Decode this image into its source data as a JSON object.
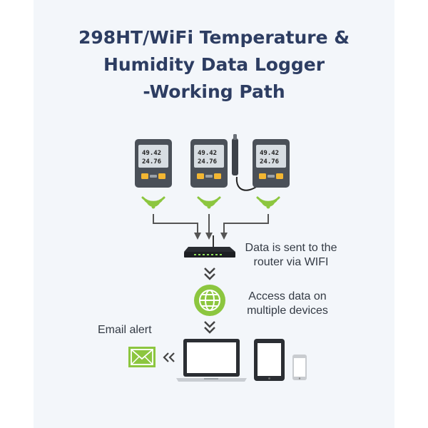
{
  "title": {
    "line1": "298HT/WiFi Temperature &",
    "line2": "Humidity Data Logger",
    "line3": "-Working Path"
  },
  "loggers": [
    {
      "humidity": "49.42",
      "temperature": "24.76",
      "has_probe": false
    },
    {
      "humidity": "49.42",
      "temperature": "24.76",
      "has_probe": true
    },
    {
      "humidity": "49.42",
      "temperature": "24.76",
      "has_probe": false
    }
  ],
  "router_caption": {
    "line1": "Data is sent to the",
    "line2": "router via WIFI"
  },
  "cloud_caption": {
    "line1": "Access data on",
    "line2": "multiple devices"
  },
  "email_caption": "Email alert",
  "colors": {
    "title": "#2d3d62",
    "accent_green": "#8cc63f",
    "device_body": "#4a5058",
    "lcd": "#d7dde2",
    "arrow": "#555555"
  },
  "icons": [
    "wifi-signal-icon",
    "router-icon",
    "globe-icon",
    "email-icon",
    "laptop-icon",
    "tablet-icon",
    "phone-icon"
  ]
}
